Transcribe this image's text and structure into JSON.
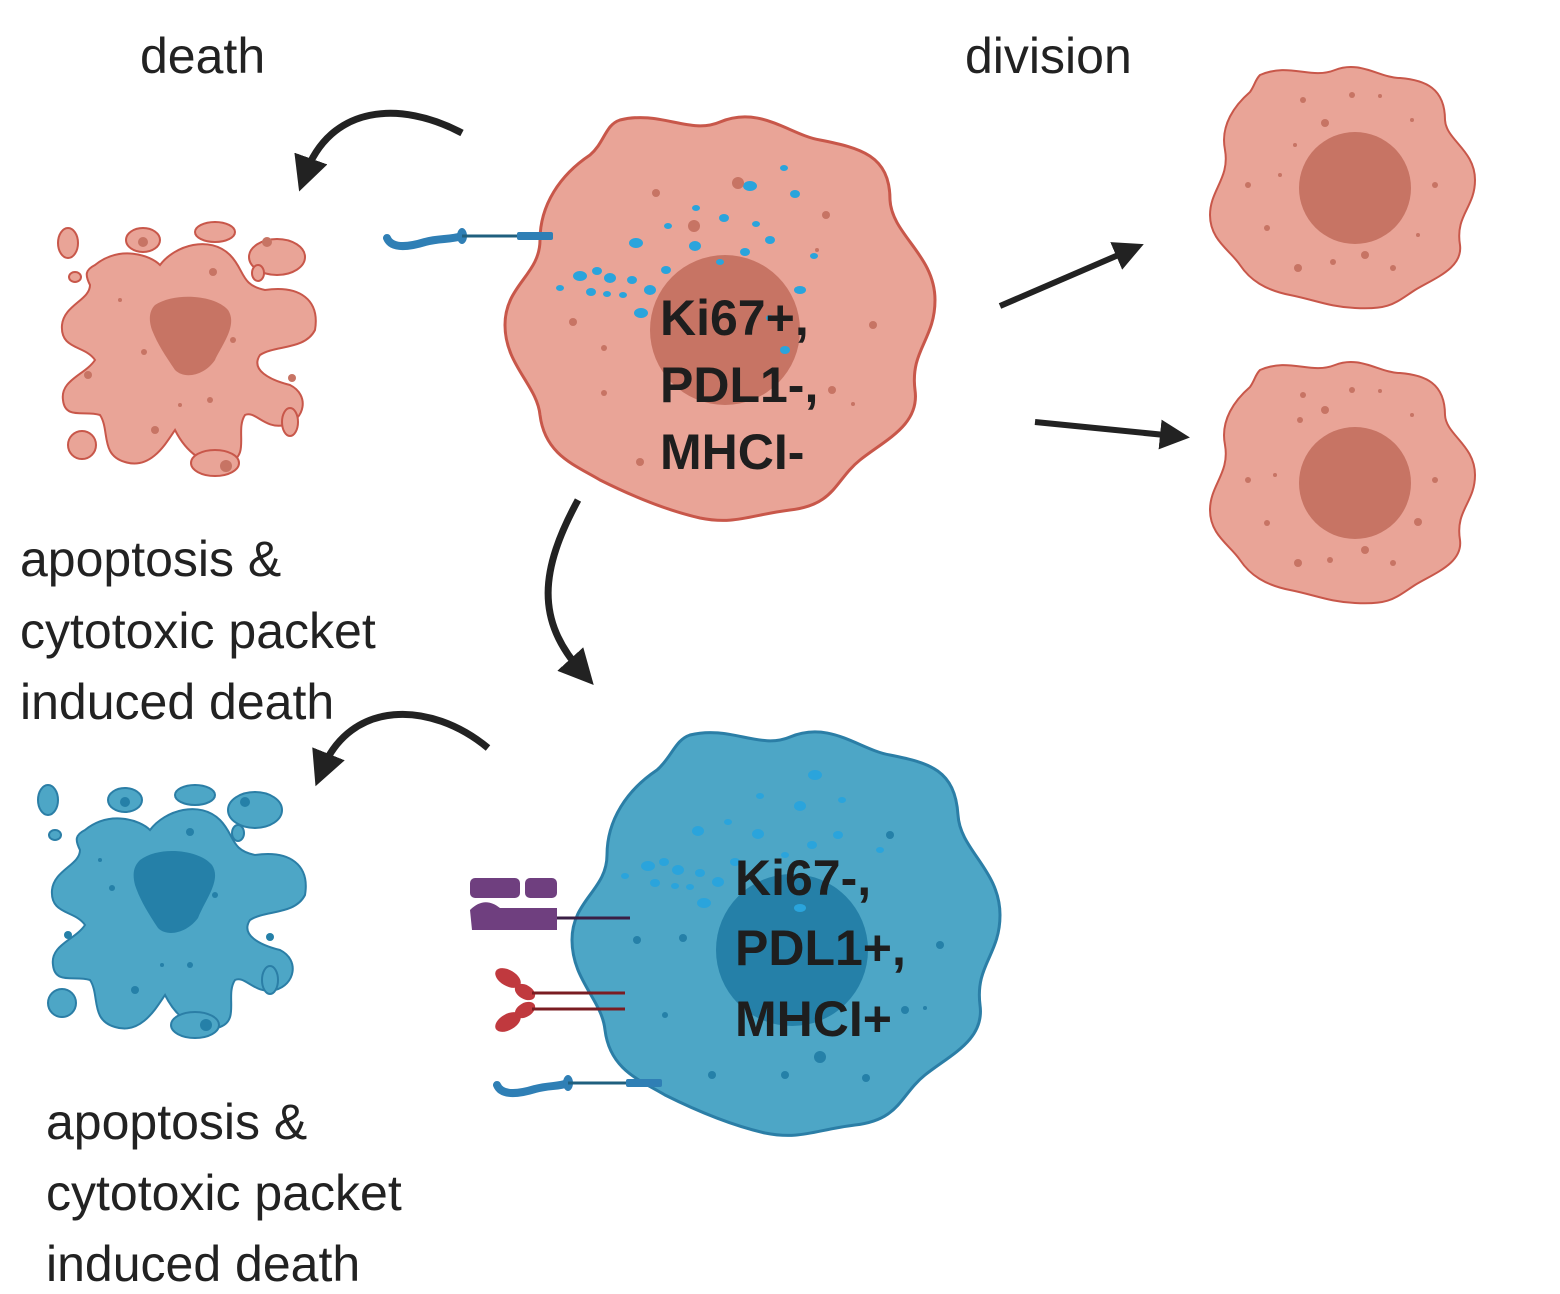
{
  "labels": {
    "death": "death",
    "division": "division",
    "death_desc_top": [
      "apoptosis &",
      "cytotoxic packet",
      "induced death"
    ],
    "death_desc_bottom": [
      "apoptosis &",
      "cytotoxic packet",
      "induced death"
    ]
  },
  "cells": {
    "proliferating": {
      "lines": [
        "Ki67+,",
        "PDL1-,",
        "MHCI-"
      ]
    },
    "resting": {
      "lines": [
        "Ki67-,",
        "PDL1+,",
        "MHCI+"
      ]
    }
  },
  "colors": {
    "salmon_body": "#e9a497",
    "salmon_edge": "#c8574a",
    "salmon_nucleus": "#c77464",
    "blue_body": "#4da6c6",
    "blue_edge": "#2b7ea6",
    "blue_nucleus": "#2580a8",
    "granule": "#2aa4dc",
    "receptor_blue": "#2f7fb5",
    "receptor_purple": "#6f3f7f",
    "receptor_red": "#c0393e",
    "arrow": "#222222"
  }
}
